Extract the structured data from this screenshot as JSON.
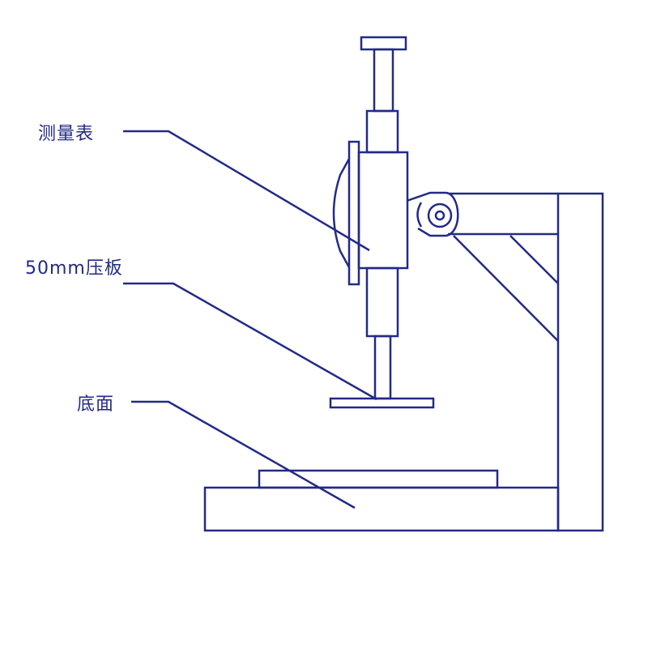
{
  "colors": {
    "stroke": "#232a87",
    "background": "#ffffff"
  },
  "labels": {
    "gauge": "测量表",
    "plate": "50mm压板",
    "base": "底面"
  }
}
